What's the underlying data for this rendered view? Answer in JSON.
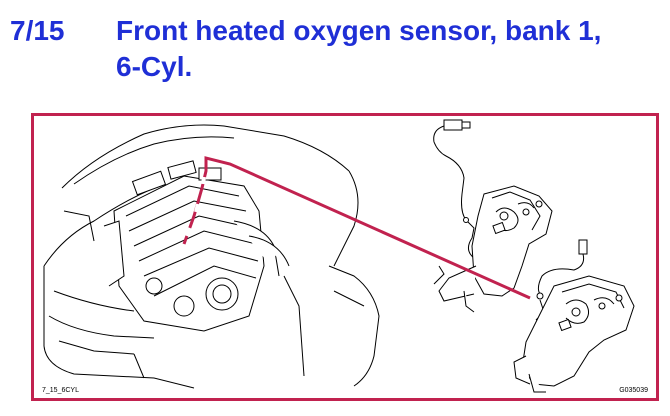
{
  "header": {
    "section_number": "7/15",
    "title_line1": "Front heated oxygen sensor, bank 1,",
    "title_line2": "6-Cyl."
  },
  "figure": {
    "code_left": "7_15_6CYL",
    "code_right": "G035039"
  },
  "colors": {
    "heading": "#1f2fd6",
    "frame": "#c1224f",
    "callout": "#c1224f"
  }
}
